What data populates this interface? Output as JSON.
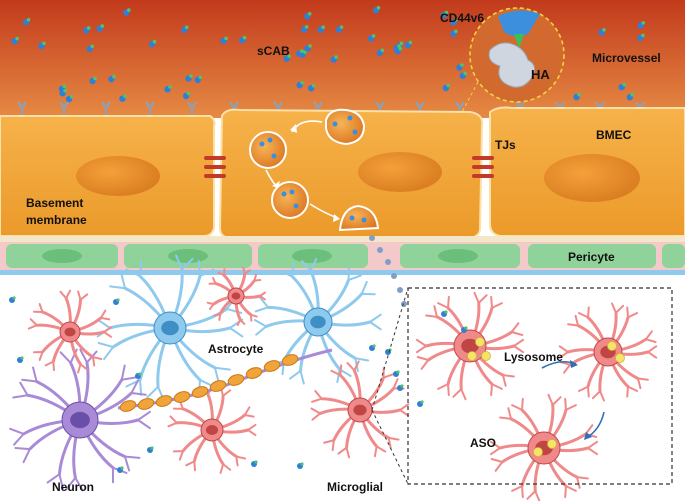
{
  "labels": {
    "cd44v6": "CD44v6",
    "scab": "sCAB",
    "microvessel": "Microvessel",
    "ha": "HA",
    "bmec": "BMEC",
    "tjs": "TJs",
    "basement_line1": "Basement",
    "basement_line2": "membrane",
    "pericyte": "Pericyte",
    "astrocyte": "Astrocyte",
    "lysosome": "Lysosome",
    "aso": "ASO",
    "neuron": "Neuron",
    "microglial": "Microglial"
  },
  "colors": {
    "vessel_top": "#c8401f",
    "vessel_bottom": "#e07a3a",
    "endothelial": "#f2a93b",
    "nucleus": "#e8892a",
    "junction": "#c0392b",
    "pericyte": "#8fd39a",
    "astrocyte": "#8ec9ee",
    "neuron": "#a98ad6",
    "microglia": "#f08a8a",
    "axon_sheath": "#f0a43a",
    "particle": "#2f7fd6",
    "receptor": "#9aa8b8"
  }
}
